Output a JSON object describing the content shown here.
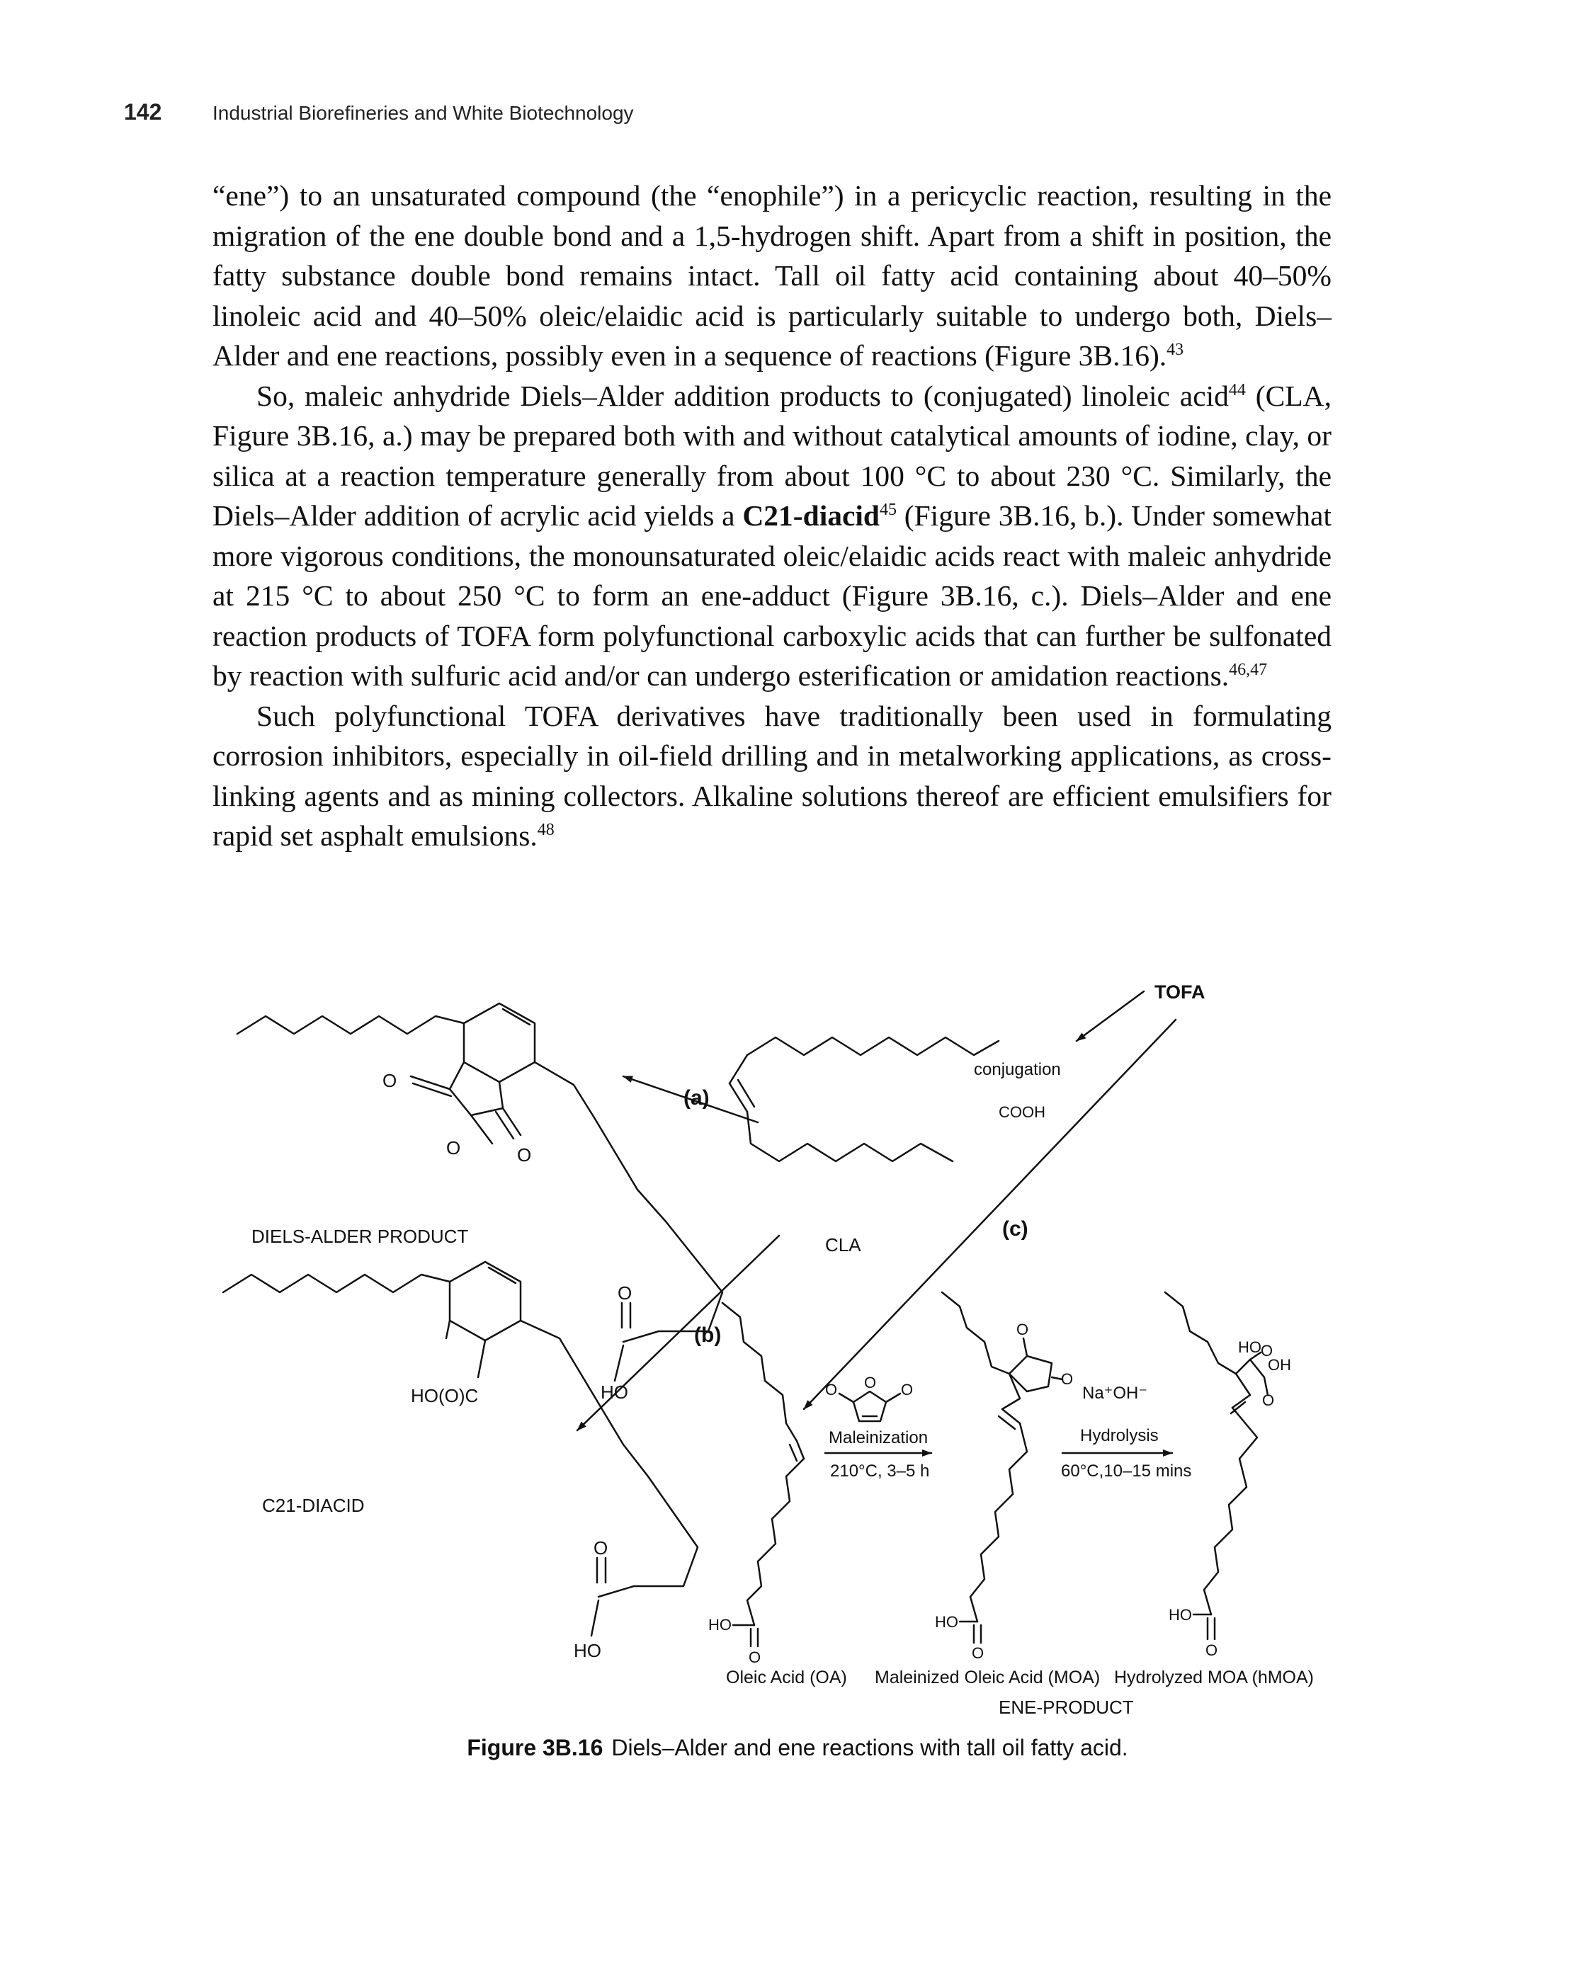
{
  "header": {
    "page_number": "142",
    "running_title": "Industrial Biorefineries and White Biotechnology"
  },
  "paragraphs": {
    "p1": {
      "text": "“ene”) to an unsaturated compound (the “enophile”) in a pericyclic reaction, resulting in the migration of the ene double bond and a 1,5-hydrogen shift. Apart from a shift in position, the fatty substance double bond remains intact. Tall oil fatty acid containing about 40–50% linoleic acid and 40–50% oleic/elaidic acid is particularly suitable to undergo both, Diels–Alder and ene reactions, possibly even in a sequence of reactions (Figure 3B.16).",
      "ref": "43"
    },
    "p2": {
      "a": "So, maleic anhydride Diels–Alder addition products to (conjugated) linoleic acid",
      "ref_a": "44",
      "b": " (CLA, Figure 3B.16, a.) may be prepared both with and without catalytical amounts of iodine, clay, or silica at a reaction temperature generally from about 100 °C to about 230 °C. Similarly, the Diels–Alder addition of acrylic acid yields a ",
      "bold": "C21-diacid",
      "ref_b": "45",
      "c": " (Figure 3B.16, b.). Under somewhat more vigorous conditions, the monounsaturated oleic/elaidic acids react with maleic anhydride at 215 °C to about 250 °C to form an ene-adduct (Figure 3B.16, c.). Diels–Alder and ene reaction products of TOFA form polyfunctional carboxylic acids that can further be sulfonated by reaction with sulfuric acid and/or can undergo esterification or amidation reactions.",
      "ref_c": "46,47"
    },
    "p3": {
      "text": "Such polyfunctional TOFA derivatives have traditionally been used in formulating corrosion inhibitors, especially in oil-field drilling and in metalworking applications, as cross-linking agents and as mining collectors. Alkaline solutions thereof are efficient emulsifiers for rapid set asphalt emulsions.",
      "ref": "48"
    }
  },
  "figure": {
    "labels": {
      "tofa": "TOFA",
      "conjugation": "conjugation",
      "cooh": "COOH",
      "cla": "CLA",
      "a": "(a)",
      "b": "(b)",
      "c": "(c)",
      "o": "O",
      "ho": "HO",
      "diels_alder_product": "DIELS-ALDER PRODUCT",
      "hooc": "HO(O)C",
      "c21_diacid": "C21-DIACID",
      "maleinization": "Maleinization",
      "cond1": "210°C, 3–5 h",
      "naoh": "Na⁺OH⁻",
      "hydrolysis": "Hydrolysis",
      "cond2": "60°C,10–15 mins",
      "oh": "OH",
      "oleic_acid": "Oleic Acid (OA)",
      "moa": "Maleinized Oleic Acid (MOA)",
      "hmoa": "Hydrolyzed MOA (hMOA)",
      "ene_product": "ENE-PRODUCT"
    },
    "caption_label": "Figure 3B.16",
    "caption_text": "Diels–Alder and ene reactions with tall oil fatty acid."
  }
}
